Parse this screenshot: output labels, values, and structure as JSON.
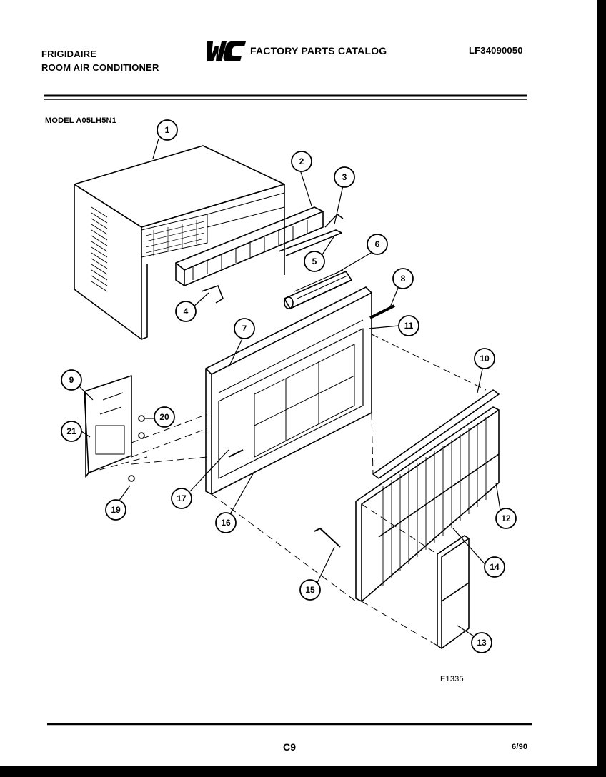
{
  "header": {
    "brand": "FRIGIDAIRE",
    "product": "ROOM AIR CONDITIONER",
    "logo_text": "WCI",
    "catalog_title": "FACTORY PARTS CATALOG",
    "doc_number": "LF34090050"
  },
  "model_label": "MODEL A05LH5N1",
  "callouts": [
    "1",
    "2",
    "3",
    "4",
    "5",
    "6",
    "7",
    "8",
    "9",
    "10",
    "11",
    "12",
    "13",
    "14",
    "15",
    "16",
    "17",
    "19",
    "20",
    "21"
  ],
  "figure_code": "E1335",
  "footer": {
    "page": "C9",
    "date": "6/90"
  }
}
